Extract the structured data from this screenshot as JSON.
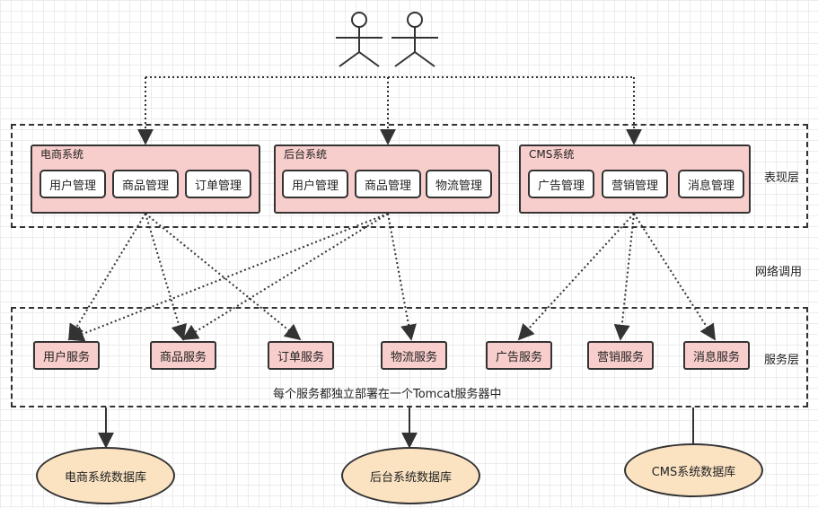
{
  "presentation_layer": {
    "label": "表现层",
    "systems": [
      {
        "title": "电商系统",
        "modules": [
          "用户管理",
          "商品管理",
          "订单管理"
        ]
      },
      {
        "title": "后台系统",
        "modules": [
          "用户管理",
          "商品管理",
          "物流管理"
        ]
      },
      {
        "title": "CMS系统",
        "modules": [
          "广告管理",
          "营销管理",
          "消息管理"
        ]
      }
    ]
  },
  "network_label": "网络调用",
  "service_layer": {
    "label": "服务层",
    "note": "每个服务都独立部署在一个Tomcat服务器中",
    "services": [
      "用户服务",
      "商品服务",
      "订单服务",
      "物流服务",
      "广告服务",
      "营销服务",
      "消息服务"
    ]
  },
  "databases": [
    "电商系统数据库",
    "后台系统数据库",
    "CMS系统数据库"
  ]
}
